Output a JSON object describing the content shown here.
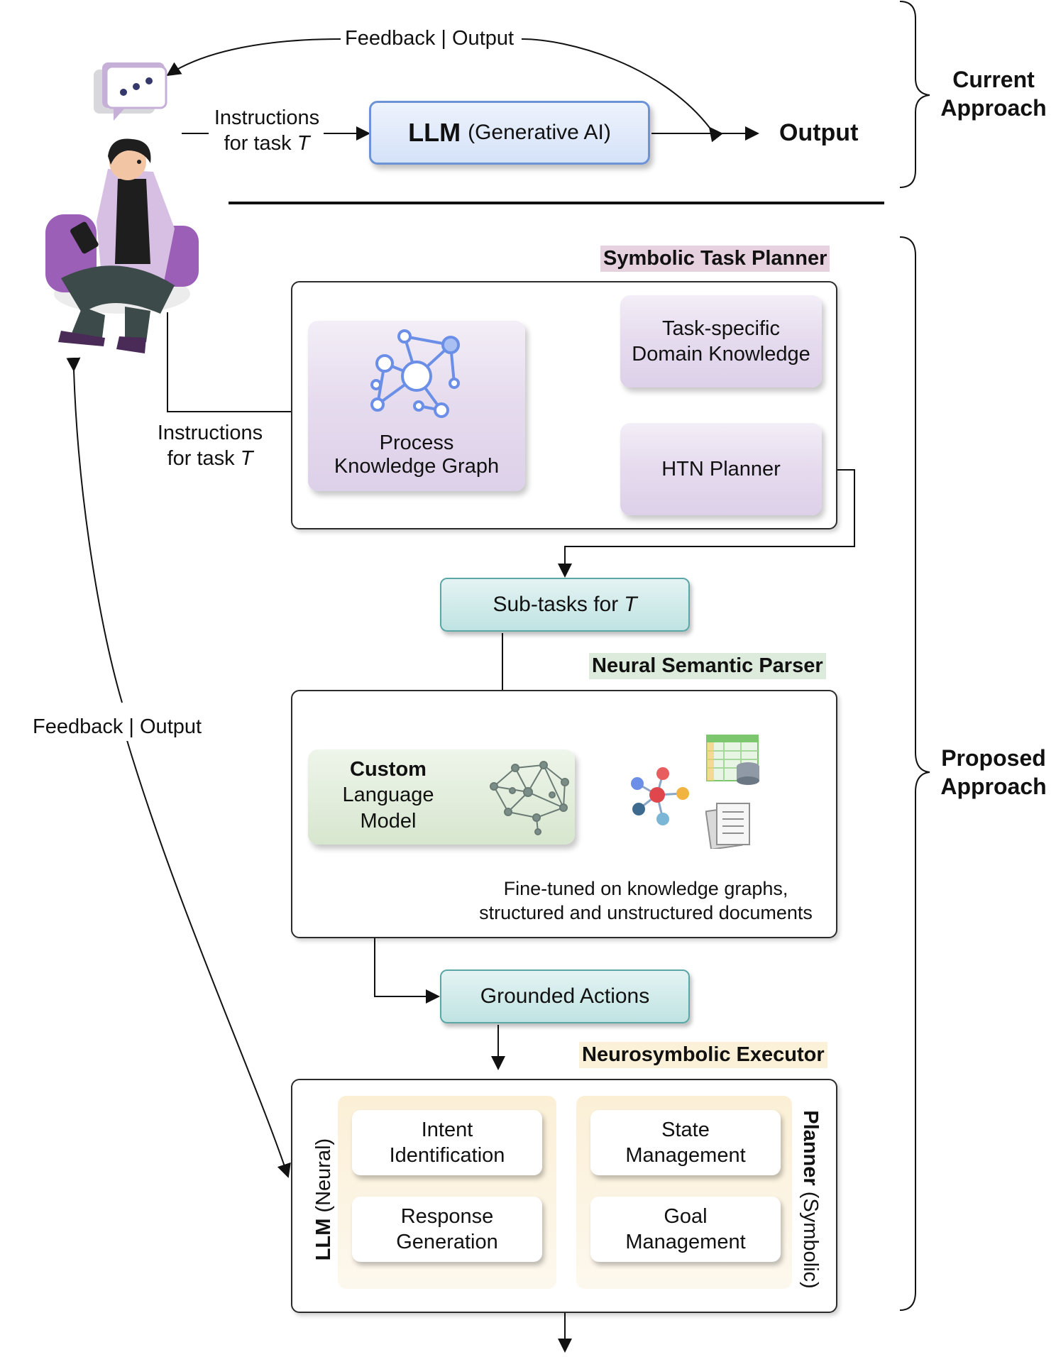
{
  "top": {
    "feedback_label": "Feedback | Output",
    "instructions_line1": "Instructions",
    "instructions_line2": "for task",
    "task_var": "T",
    "llm_bold": "LLM",
    "llm_rest": "(Generative AI)",
    "output_label": "Output"
  },
  "approaches": {
    "current_line1": "Current",
    "current_line2": "Approach",
    "proposed_line1": "Proposed",
    "proposed_line2": "Approach"
  },
  "symbolic_planner": {
    "title": "Symbolic Task Planner",
    "title_bg": "#e6d2de",
    "kg_line1": "Process",
    "kg_line2": "Knowledge Graph",
    "domain_line1": "Task-specific",
    "domain_line2": "Domain Knowledge",
    "htn": "HTN Planner"
  },
  "left_instructions": {
    "line1": "Instructions",
    "line2": "for task",
    "task_var": "T"
  },
  "left_feedback": "Feedback | Output",
  "subtasks": {
    "label": "Sub-tasks for",
    "task_var": "T"
  },
  "semantic_parser": {
    "title": "Neural Semantic Parser",
    "title_bg": "#dcebdc",
    "model_line1": "Custom",
    "model_line2": "Language",
    "model_line3": "Model",
    "finetune_line1": "Fine-tuned on knowledge graphs,",
    "finetune_line2": "structured and unstructured documents"
  },
  "grounded_actions": "Grounded Actions",
  "executor": {
    "title": "Neurosymbolic Executor",
    "title_bg": "#fbf1d8",
    "llm_bold": "LLM",
    "llm_rest": "(Neural)",
    "planner_bold": "Planner",
    "planner_rest": "(Symbolic)",
    "intent_line1": "Intent",
    "intent_line2": "Identification",
    "response_line1": "Response",
    "response_line2": "Generation",
    "state_line1": "State",
    "state_line2": "Management",
    "goal_line1": "Goal",
    "goal_line2": "Management"
  },
  "colors": {
    "purple_node": "#e4d8ec",
    "teal_node": "#bfe3e2",
    "green_node": "#dce9d4",
    "icon_blue": "#6b8fe6"
  }
}
